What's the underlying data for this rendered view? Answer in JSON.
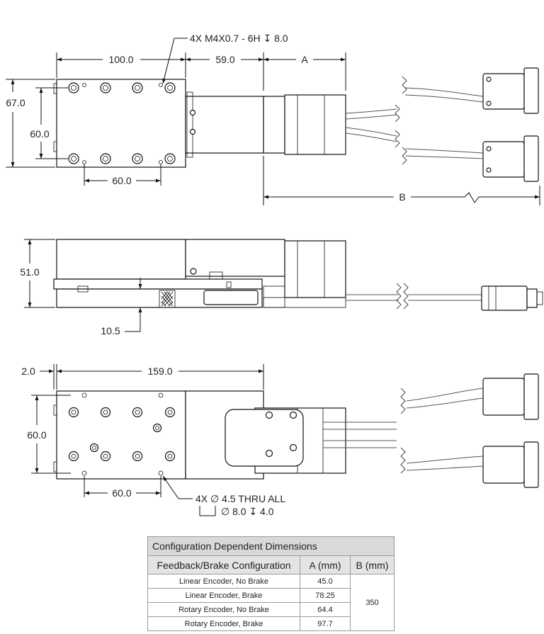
{
  "top_view": {
    "callout_thread": "4X M4X0.7 - 6H ↧ 8.0",
    "dim_100": "100.0",
    "dim_59": "59.0",
    "dim_A": "A",
    "dim_67": "67.0",
    "dim_60_v": "60.0",
    "dim_60_h": "60.0",
    "dim_B": "B"
  },
  "side_view": {
    "dim_51": "51.0",
    "dim_10_5": "10.5"
  },
  "bottom_view": {
    "dim_2": "2.0",
    "dim_159": "159.0",
    "dim_60_v": "60.0",
    "dim_60_h": "60.0",
    "callout_hole_1": "4X ∅ 4.5 THRU ALL",
    "callout_hole_2": "∅ 8.0 ↧ 4.0"
  },
  "table": {
    "title": "Configuration Dependent Dimensions",
    "headers": [
      "Feedback/Brake Configuration",
      "A (mm)",
      "B (mm)"
    ],
    "rows": [
      {
        "config": "Linear Encoder, No Brake",
        "a": "45.0"
      },
      {
        "config": "Linear Encoder, Brake",
        "a": "78.25"
      },
      {
        "config": "Rotary Encoder, No Brake",
        "a": "64.4"
      },
      {
        "config": "Rotary Encoder, Brake",
        "a": "97.7"
      }
    ],
    "b_value": "350"
  }
}
